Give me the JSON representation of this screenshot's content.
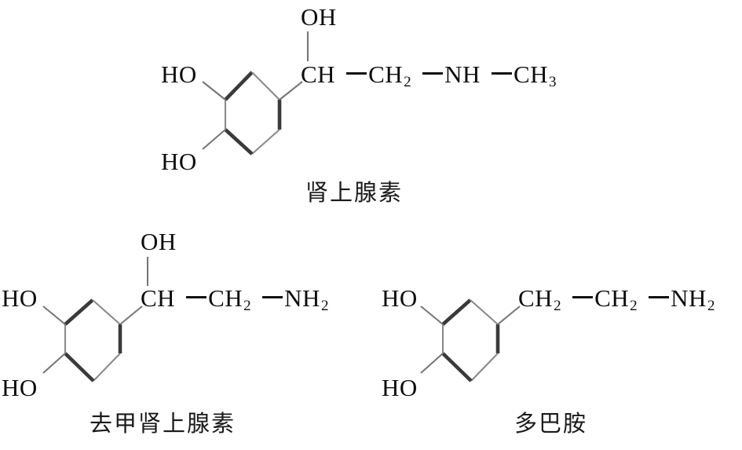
{
  "diagram": {
    "title_present": false,
    "background_color": "#ffffff",
    "ink_color": "#111111",
    "bond_thin_color": "#8a8a8a",
    "bond_thick_color": "#3a3a3a"
  },
  "molecules": [
    {
      "id": "adrenaline",
      "name_label": "肾上腺素",
      "hydroxyl_top": "OH",
      "ring_substituent_top_left": "HO",
      "ring_substituent_bottom_left": "HO",
      "chain": [
        {
          "text": "CH",
          "sub": ""
        },
        {
          "text": "CH",
          "sub": "2"
        },
        {
          "text": "NH",
          "sub": ""
        },
        {
          "text": "CH",
          "sub": "3"
        }
      ]
    },
    {
      "id": "noradrenaline",
      "name_label": "去甲肾上腺素",
      "hydroxyl_top": "OH",
      "ring_substituent_top_left": "HO",
      "ring_substituent_bottom_left": "HO",
      "chain": [
        {
          "text": "CH",
          "sub": ""
        },
        {
          "text": "CH",
          "sub": "2"
        },
        {
          "text": "NH",
          "sub": "2"
        }
      ]
    },
    {
      "id": "dopamine",
      "name_label": "多巴胺",
      "hydroxyl_top": "",
      "ring_substituent_top_left": "HO",
      "ring_substituent_bottom_left": "HO",
      "chain": [
        {
          "text": "CH",
          "sub": "2"
        },
        {
          "text": "CH",
          "sub": "2"
        },
        {
          "text": "NH",
          "sub": "2"
        }
      ]
    }
  ]
}
